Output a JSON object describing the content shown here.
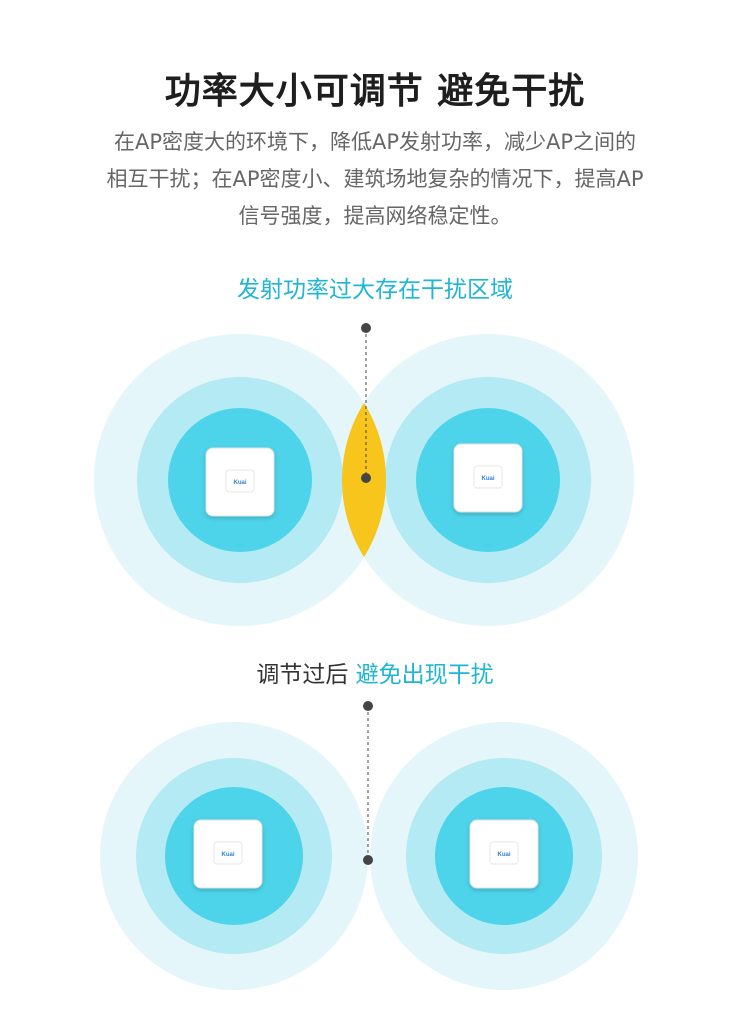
{
  "header": {
    "title": "功率大小可调节 避免干扰",
    "description_lines": [
      "在AP密度大的环境下，降低AP发射功率，减少AP之间的",
      "相互干扰；在AP密度小、建筑场地复杂的情况下，提高AP",
      "信号强度，提高网络稳定性。"
    ]
  },
  "before": {
    "label": "发射功率过大存在干扰区域",
    "device_logo": "Kuai"
  },
  "after": {
    "label_prefix": "调节过后",
    "label_accent": "避免出现干扰",
    "device_logo": "Kuai"
  },
  "colors": {
    "ring_outer": "#e4f6fa",
    "ring_middle": "#b4eaf3",
    "ring_inner": "#4dd4ea",
    "interference": "#f7c51c",
    "accent_text": "#1fb5d4",
    "device_logo": "#2f7fd8"
  }
}
